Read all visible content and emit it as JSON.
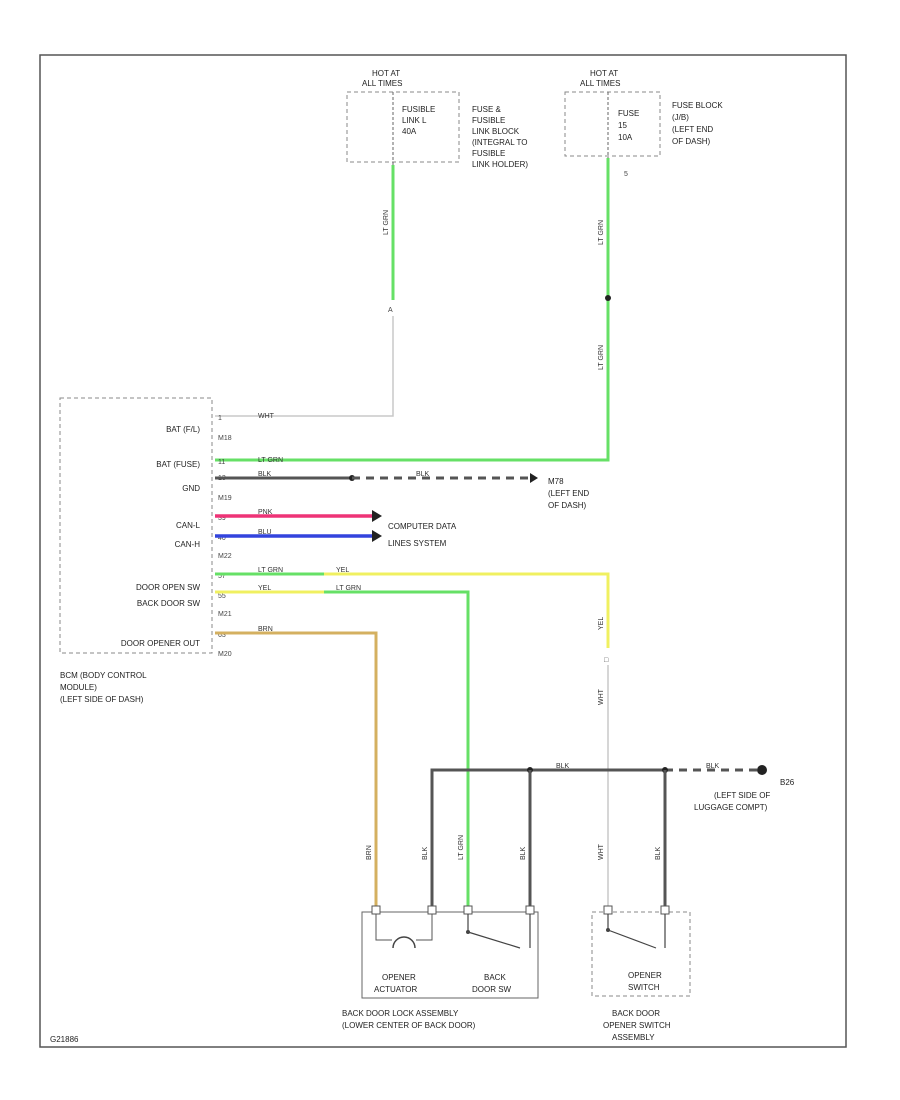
{
  "colors": {
    "LT_GRN": "#66e066",
    "WHT": "#c8c8c8",
    "BLK": "#555555",
    "PNK": "#ee3377",
    "BLU": "#3344dd",
    "YEL": "#f0f060",
    "BRN": "#d4b060"
  },
  "power": {
    "left": {
      "hot": [
        "HOT AT",
        "ALL TIMES"
      ],
      "fuse": [
        "FUSIBLE",
        "LINK L",
        "40A"
      ],
      "desc": [
        "FUSE &",
        "FUSIBLE",
        "LINK BLOCK",
        "(INTEGRAL TO",
        "FUSIBLE",
        "LINK HOLDER)"
      ],
      "wire_color": "LT GRN",
      "connector": "A"
    },
    "right": {
      "hot": [
        "HOT AT",
        "ALL TIMES"
      ],
      "fuse": [
        "FUSE",
        "15",
        "10A"
      ],
      "desc": [
        "FUSE BLOCK",
        "(J/B)",
        "(LEFT END",
        "OF DASH)"
      ],
      "wire_color_top": "LT GRN",
      "wire_color_bottom": "LT GRN",
      "pin": "5"
    }
  },
  "bcm": {
    "name": [
      "BCM (BODY CONTROL",
      "MODULE)",
      "(LEFT SIDE OF DASH)"
    ],
    "pins": [
      {
        "label": "BAT (F/L)",
        "pin": "1",
        "color": "WHT"
      },
      {
        "label": "BAT (FUSE)",
        "pin": "11",
        "color": "LT GRN"
      },
      {
        "label": "GND",
        "pin": "13",
        "color": "BLK"
      },
      {
        "label": "CAN-L",
        "pin": "39",
        "color": "PNK"
      },
      {
        "label": "CAN-H",
        "pin": "40",
        "color": "BLU"
      },
      {
        "label": "DOOR OPEN SW",
        "pin": "57",
        "color": "LT GRN"
      },
      {
        "label": "BACK DOOR SW",
        "pin": "55",
        "color": "YEL"
      },
      {
        "label": "DOOR OPENER OUT",
        "pin": "63",
        "color": "BRN"
      }
    ],
    "connectors": [
      "M18",
      "M19",
      "M20",
      "M21",
      "M22"
    ]
  },
  "ground_m": {
    "name": "M78",
    "desc": [
      "(LEFT END",
      "OF DASH)"
    ],
    "wire": "BLK"
  },
  "can": {
    "label": [
      "COMPUTER DATA",
      "LINES SYSTEM"
    ]
  },
  "cross": {
    "yel_label": "YEL",
    "grn_label": "LT GRN"
  },
  "ground_b": {
    "name": "B26",
    "desc": [
      "(LEFT SIDE OF",
      "LUGGAGE COMPT)"
    ],
    "wire": "BLK"
  },
  "lower_wires": {
    "brn": "BRN",
    "blk1": "BLK",
    "grn": "LT GRN",
    "blk2": "BLK",
    "wht": "WHT",
    "blk3": "BLK",
    "yel": "YEL",
    "wht_mid": "WHT"
  },
  "lock_assy": {
    "actuator": [
      "OPENER",
      "ACTUATOR"
    ],
    "switch": [
      "BACK",
      "DOOR SW"
    ],
    "name": [
      "BACK DOOR LOCK ASSEMBLY",
      "(LOWER CENTER OF BACK DOOR)"
    ]
  },
  "opener_sw": {
    "switch": [
      "OPENER",
      "SWITCH"
    ],
    "name": [
      "BACK DOOR",
      "OPENER SWITCH",
      "ASSEMBLY"
    ]
  },
  "footer": "G21886"
}
